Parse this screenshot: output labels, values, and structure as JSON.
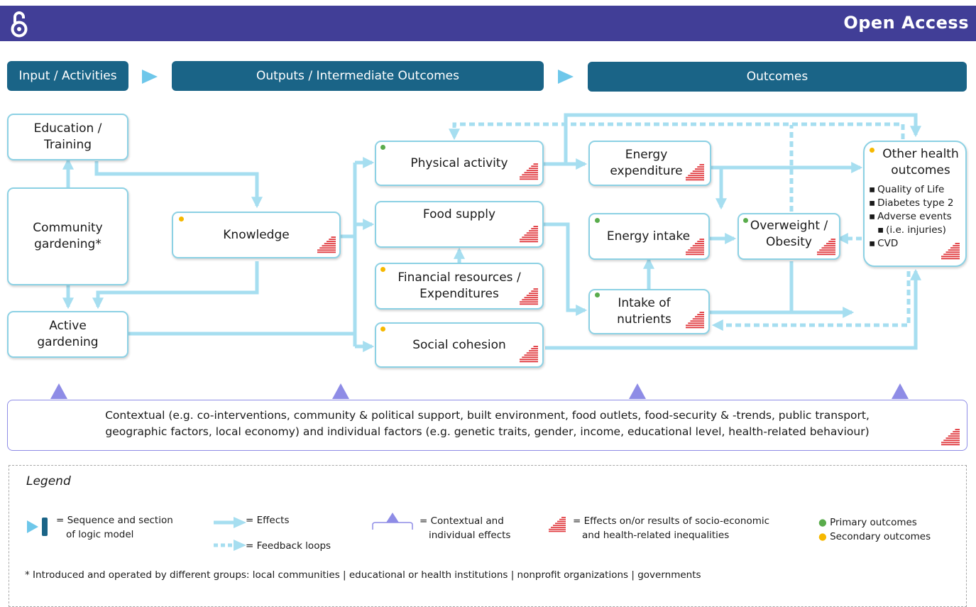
{
  "banner": {
    "logo_icon": "open-access-lock-icon",
    "label": "Open Access",
    "color": "#413e97"
  },
  "headers": {
    "inputs": "Input / Activities",
    "outputs": "Outputs / Intermediate Outcomes",
    "outcomes": "Outcomes",
    "color": "#1a6487",
    "arrow_color": "#6ec7ea"
  },
  "nodes": {
    "education": "Education / Training",
    "community": "Community gardening*",
    "active": "Active gardening",
    "knowledge": "Knowledge",
    "physical": "Physical activity",
    "food_supply": "Food supply",
    "financial": "Financial resources / Expenditures",
    "social": "Social cohesion",
    "energy_exp": "Energy expenditure",
    "energy_intake": "Energy intake",
    "intake_nutrients": "Intake of nutrients",
    "overweight": "Overweight / Obesity",
    "other_health": {
      "title": "Other health outcomes",
      "items": [
        "Quality of Life",
        "Diabetes type 2",
        "Adverse events",
        "(i.e. injuries)",
        "CVD"
      ]
    }
  },
  "context": {
    "line1": "Contextual (e.g. co-interventions, community & political support, built environment, food outlets, food-security & -trends, public transport,",
    "line2": "geographic factors, local economy) and individual factors (e.g. genetic traits, gender, income, educational level, health-related behaviour)"
  },
  "legend": {
    "title": "Legend",
    "sequence": [
      "= Sequence and section",
      "of logic model"
    ],
    "effects": "= Effects",
    "feedback": "= Feedback loops",
    "contextual": [
      "= Contextual and",
      "individual effects"
    ],
    "inequalities": [
      "= Effects on/or results of socio-economic",
      "and health-related inequalities"
    ],
    "primary": "Primary outcomes",
    "secondary": "Secondary outcomes",
    "footnote": "* Introduced and operated by different groups: local communities | educational or health institutions | nonprofit organizations | governments"
  },
  "colors": {
    "arrow": "#a6def0",
    "box_border": "#8cd1e4",
    "context_triangle": "#8e8ce6",
    "inequality_icon": "#e0393e",
    "primary_dot": "#5aac4c",
    "secondary_dot": "#f6b800"
  }
}
